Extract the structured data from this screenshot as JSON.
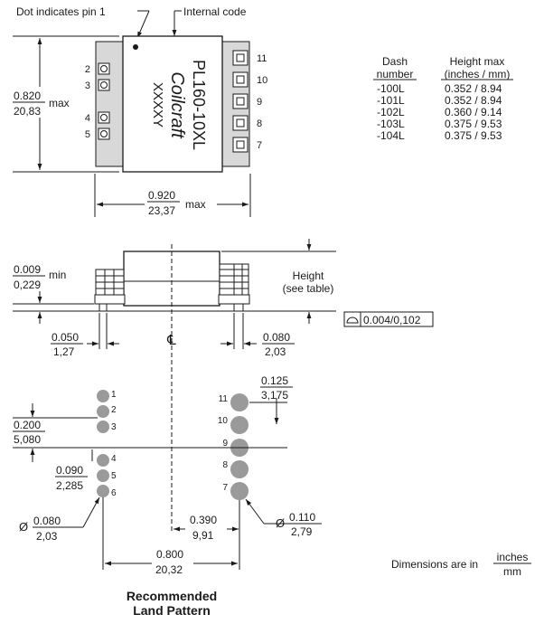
{
  "top_view": {
    "dot_label": "Dot indicates pin 1",
    "code_label": "Internal code",
    "part_number": "PL160-10XL",
    "brand": "Coilcraft",
    "code_text": "XXXXY",
    "left_pins": [
      "2",
      "3",
      "4",
      "5"
    ],
    "right_pins": [
      "11",
      "10",
      "9",
      "8",
      "7"
    ],
    "height_dim": {
      "inches": "0.820",
      "mm": "20,83",
      "suffix": "max"
    },
    "width_dim": {
      "inches": "0.920",
      "mm": "23,37",
      "suffix": "max"
    }
  },
  "height_table": {
    "col1_header": [
      "Dash",
      "number"
    ],
    "col2_header": [
      "Height max",
      "(inches / mm)"
    ],
    "rows": [
      {
        "dash": "-100L",
        "height": "0.352 / 8.94"
      },
      {
        "dash": "-101L",
        "height": "0.352 / 8.94"
      },
      {
        "dash": "-102L",
        "height": "0.360 / 9.14"
      },
      {
        "dash": "-103L",
        "height": "0.375 / 9.53"
      },
      {
        "dash": "-104L",
        "height": "0.375 / 9.53"
      }
    ]
  },
  "side_view": {
    "standoff_dim": {
      "inches": "0.009",
      "mm": "0,229",
      "suffix": "min"
    },
    "height_label": [
      "Height",
      "(see table)"
    ],
    "flatness": "0.004/0,102",
    "left_lead_dim": {
      "inches": "0.050",
      "mm": "1,27"
    },
    "right_lead_dim": {
      "inches": "0.080",
      "mm": "2,03"
    },
    "centerline_symbol": "℄"
  },
  "land_pattern": {
    "title": [
      "Recommended",
      "Land Pattern"
    ],
    "left_pins": [
      "1",
      "2",
      "3",
      "4",
      "5",
      "6"
    ],
    "right_pins": [
      "11",
      "10",
      "9",
      "8",
      "7"
    ],
    "pitch_right": {
      "inches": "0.125",
      "mm": "3,175"
    },
    "gap_left": {
      "inches": "0.200",
      "mm": "5,080"
    },
    "pitch_left": {
      "inches": "0.090",
      "mm": "2,285"
    },
    "diam_left": {
      "symbol": "Ø",
      "inches": "0.080",
      "mm": "2,03"
    },
    "diam_right": {
      "symbol": "Ø",
      "inches": "0.110",
      "mm": "2,79"
    },
    "half_span": {
      "inches": "0.390",
      "mm": "9,91"
    },
    "full_span": {
      "inches": "0.800",
      "mm": "20,32"
    }
  },
  "units_note": {
    "text": "Dimensions are in",
    "num": "inches",
    "den": "mm"
  }
}
